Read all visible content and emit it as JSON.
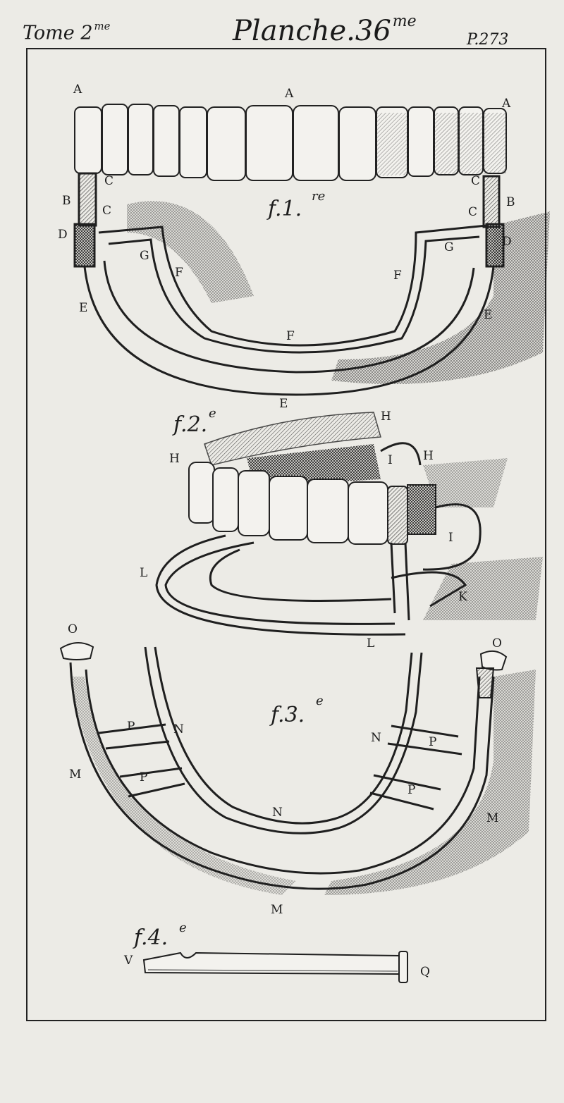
{
  "header": {
    "volume": "Tome 2",
    "volume_sup": "me",
    "plate": "Planche.36",
    "plate_sup": "me",
    "page": "P.273"
  },
  "figures": {
    "fig1": {
      "label": "f.1.",
      "sup": "re"
    },
    "fig2": {
      "label": "f.2.",
      "sup": "e"
    },
    "fig3": {
      "label": "f.3.",
      "sup": "e"
    },
    "fig4": {
      "label": "f.4.",
      "sup": "e"
    }
  },
  "letters": {
    "A": "A",
    "B": "B",
    "C": "C",
    "D": "D",
    "E": "E",
    "F": "F",
    "G": "G",
    "H": "H",
    "I": "I",
    "K": "K",
    "L": "L",
    "M": "M",
    "N": "N",
    "O": "O",
    "P": "P",
    "Q": "Q",
    "V": "V"
  },
  "colors": {
    "paper": "#ecebe6",
    "ink": "#1c1c1c"
  }
}
